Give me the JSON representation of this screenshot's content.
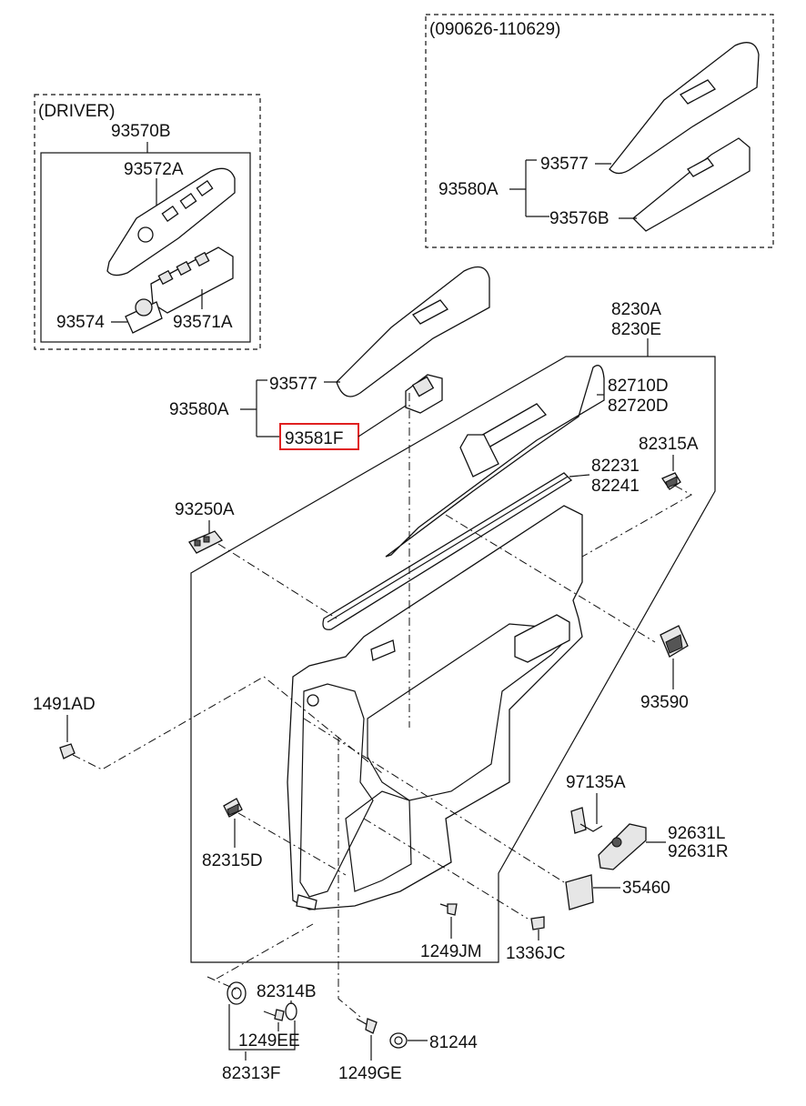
{
  "groups": {
    "driver_group": "(DRIVER)",
    "variant_group": "(090626-110629)"
  },
  "labels": {
    "p93570B": "93570B",
    "p93572A": "93572A",
    "p93574": "93574",
    "p93571A": "93571A",
    "p93577_top": "93577",
    "p93580A_top": "93580A",
    "p93576B": "93576B",
    "p93577": "93577",
    "p93580A": "93580A",
    "p93581F": "93581F",
    "p8230A": "8230A",
    "p8230E": "8230E",
    "p82710D": "82710D",
    "p82720D": "82720D",
    "p82315A": "82315A",
    "p82231": "82231",
    "p82241": "82241",
    "p93250A": "93250A",
    "p93590": "93590",
    "p1491AD": "1491AD",
    "p97135A": "97135A",
    "p92631L": "92631L",
    "p92631R": "92631R",
    "p82315D": "82315D",
    "p35460": "35460",
    "p1249JM": "1249JM",
    "p1336JC": "1336JC",
    "p82314B": "82314B",
    "p1249EE": "1249EE",
    "p82313F": "82313F",
    "p1249GE": "1249GE",
    "p81244": "81244"
  },
  "highlight": {
    "part": "93581F",
    "color": "#e02020"
  }
}
